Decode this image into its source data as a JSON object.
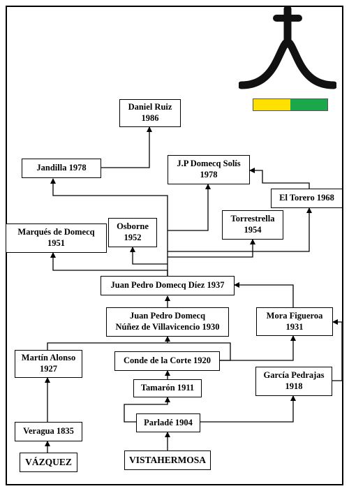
{
  "nodes": {
    "daniel_ruiz": "Daniel Ruiz\n1986",
    "jandilla": "Jandilla 1978",
    "jp_domecq_solis": "J.P Domecq Solís\n1978",
    "el_torero": "El Torero 1968",
    "marques_domecq": "Marqués de Domecq\n1951",
    "osborne": "Osborne\n1952",
    "torrestrella": "Torrestrella\n1954",
    "jpd_diez": "Juan Pedro Domecq Díez 1937",
    "jpd_nunez": "Juan Pedro Domecq\nNúñez de Villavicencio 1930",
    "mora_figueroa": "Mora Figueroa\n1931",
    "martin_alonso": "Martín Alonso\n1927",
    "conde_corte": "Conde de la Corte 1920",
    "garcia_pedrajas": "García Pedrajas\n1918",
    "tamaron": "Tamarón 1911",
    "veragua": "Veragua 1835",
    "parlade": "Parladé 1904",
    "vazquez": "VÁZQUEZ",
    "vistahermosa": "VISTAHERMOSA"
  },
  "logo": {
    "icon": "cross-on-arch-brand-icon",
    "color": "#111111"
  },
  "color_bar": {
    "colors": [
      "#ffe000",
      "#1ba84a"
    ]
  }
}
